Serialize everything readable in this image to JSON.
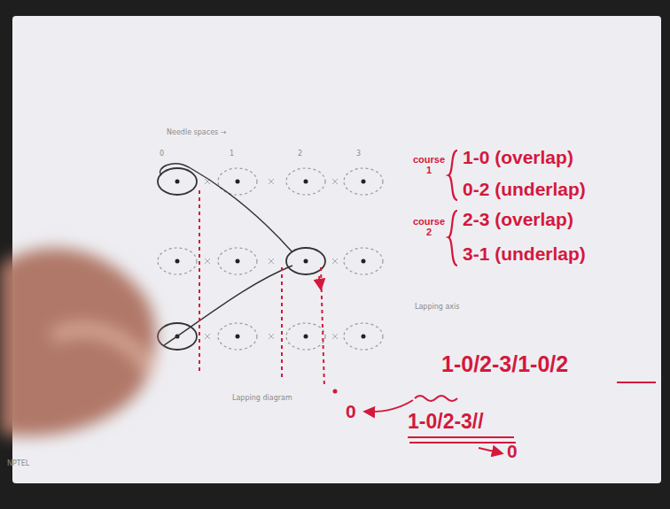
{
  "diagram": {
    "labels": [
      "Needle spaces →",
      "0",
      "1",
      "2",
      "3",
      "Lapping axis",
      "Lapping diagram",
      "course 1",
      "1-0 (overlap)",
      "0-2 (underlap)",
      "course 2",
      "2-3 (overlap)",
      "3-1 (underlap)",
      "1-0/2-3/1-0/2",
      "1-0/2-3//",
      "0",
      "0",
      "NPTEL"
    ]
  }
}
